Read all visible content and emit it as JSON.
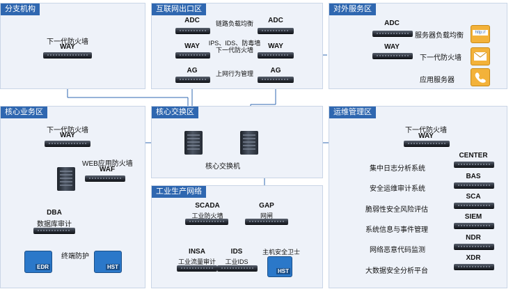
{
  "zones": {
    "branch": {
      "title": "分支机构",
      "firewall_label": "下一代防火墙",
      "firewall_dev": "WAY"
    },
    "internet": {
      "title": "互联网出口区",
      "adc_left": "ADC",
      "adc_right": "ADC",
      "adc_link": "链路负载均衡",
      "way_left": "WAY",
      "way_right": "WAY",
      "way_link_1": "IPS、IDS、防毒墙",
      "way_link_2": "下一代防火墙",
      "ag_left": "AG",
      "ag_right": "AG",
      "ag_link": "上网行为管理"
    },
    "services": {
      "title": "对外服务区",
      "adc": "ADC",
      "adc_label": "服务器负载均衡",
      "way": "WAY",
      "way_label": "下一代防火墙",
      "app_label": "应用服务器",
      "icon_http": "http://"
    },
    "core_business": {
      "title": "核心业务区",
      "fw_label": "下一代防火墙",
      "fw_dev": "WAY",
      "waf_label": "WEB应用防火墙",
      "waf_dev": "WAF",
      "dba_dev": "DBA",
      "dba_label": "数据库审计",
      "edr": "EDR",
      "hst": "HST",
      "endpoint_label": "终端防护"
    },
    "core_switch": {
      "title": "核心交换区",
      "label": "核心交换机"
    },
    "industrial": {
      "title": "工业生产网络",
      "scada_dev": "SCADA",
      "scada_label": "工业防火墙",
      "gap_dev": "GAP",
      "gap_label": "网闸",
      "insa_dev": "INSA",
      "insa_label": "工业流量审计",
      "ids_dev": "IDS",
      "ids_label": "工业IDS",
      "host_label": "主机安全卫士",
      "hst": "HST"
    },
    "ops": {
      "title": "运维管理区",
      "fw_label": "下一代防火墙",
      "fw_dev": "WAY",
      "rows": [
        {
          "label": "集中日志分析系统",
          "dev": "CENTER"
        },
        {
          "label": "安全运维审计系统",
          "dev": "BAS"
        },
        {
          "label": "脆弱性安全风险评估",
          "dev": "SCA"
        },
        {
          "label": "系统信息与事件管理",
          "dev": "SIEM"
        },
        {
          "label": "网络恶意代码监测",
          "dev": "NDR"
        },
        {
          "label": "大数据安全分析平台",
          "dev": "XDR"
        }
      ]
    }
  },
  "colors": {
    "zone_title_bg": "#2f67b0",
    "zone_bg": "#eef2f9",
    "link_line": "#2f67b0",
    "core_line": "#e2931a"
  }
}
